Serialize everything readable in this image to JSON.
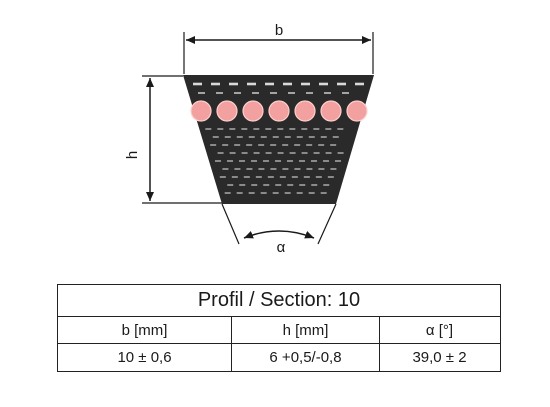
{
  "diagram": {
    "labels": {
      "width": "b",
      "height": "h",
      "angle": "α"
    },
    "colors": {
      "belt_body": "#2a2a2a",
      "cord": "#f2a0a0",
      "cord_outline": "#fbd0cc",
      "dash": "#d9d9d9",
      "dim_line": "#1a1a1a"
    },
    "cord_count": 7
  },
  "table": {
    "title": "Profil / Section: 10",
    "headers": [
      "b [mm]",
      "h [mm]",
      "α [°]"
    ],
    "values": [
      "10 ± 0,6",
      "6 +0,5/-0,8",
      "39,0 ± 2"
    ]
  }
}
